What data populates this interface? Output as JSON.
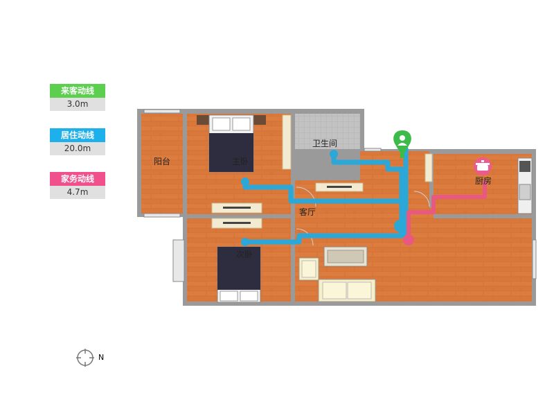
{
  "legend": [
    {
      "label": "来客动线",
      "value": "3.0m",
      "color": "#5ccf4e"
    },
    {
      "label": "居住动线",
      "value": "20.0m",
      "color": "#1eb0ea"
    },
    {
      "label": "家务动线",
      "value": "4.7m",
      "color": "#f0508c"
    }
  ],
  "rooms": {
    "balcony": "阳台",
    "master_bedroom": "主卧",
    "bathroom": "卫生间",
    "kitchen": "厨房",
    "living_room": "客厅",
    "second_bedroom": "次卧"
  },
  "compass": {
    "label": "N"
  },
  "colors": {
    "floor": "#d9783a",
    "wall": "#9e9e9e",
    "tile": "#b5b5b5",
    "living_flow": "#2ba7d8",
    "chores_flow": "#e95880",
    "guest_flow": "#3dbb4a"
  }
}
